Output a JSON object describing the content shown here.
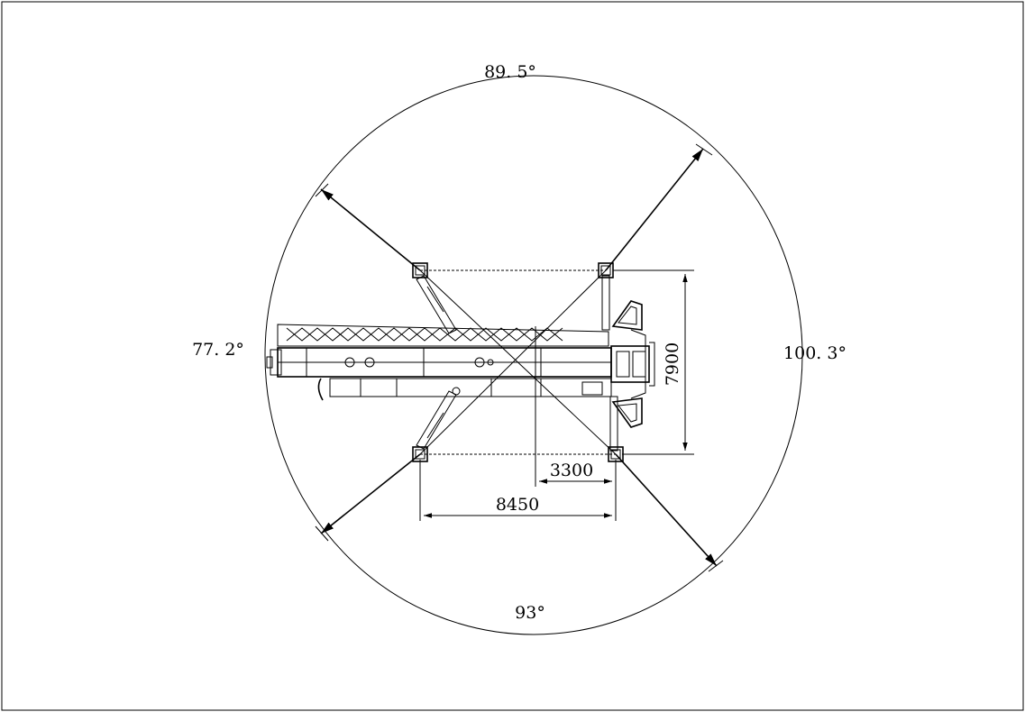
{
  "diagram": {
    "angles": {
      "top": "89. 5°",
      "left": "77. 2°",
      "right": "100. 3°",
      "bottom": "93°"
    },
    "dimensions": {
      "outrigger_width": "7900",
      "rear_offset": "3300",
      "outrigger_length": "8450"
    },
    "colors": {
      "line": "#000000",
      "background": "#ffffff"
    }
  }
}
